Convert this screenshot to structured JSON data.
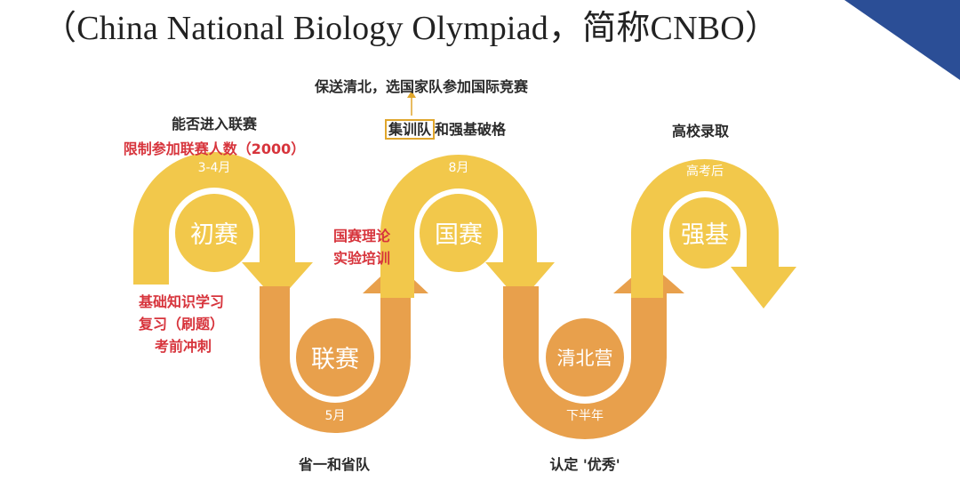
{
  "title": "（China National Biology Olympiad，简称CNBO）",
  "colors": {
    "yellow": "#f2c84b",
    "orange": "#e8a04c",
    "red": "#d7343c",
    "corner": "#2b4e96"
  },
  "stages": {
    "chusai": {
      "label": "初赛",
      "time": "3-4月"
    },
    "liansai": {
      "label": "联赛",
      "time": "5月"
    },
    "guosai": {
      "label": "国赛",
      "time": "8月"
    },
    "qingbeiying": {
      "label": "清北营",
      "time": "下半年"
    },
    "qiangji": {
      "label": "强基",
      "time": "高考后"
    }
  },
  "annotations": {
    "top_goal": "保送清北，选国家队参加国际竞赛",
    "chusai_question": "能否进入联赛",
    "chusai_limit": "限制参加联赛人数（2000）",
    "prep_1": "基础知识学习",
    "prep_2": "复习（刷题）",
    "prep_3": "考前冲刺",
    "liansai_result": "省一和省队",
    "national_train_1": "国赛理论",
    "national_train_2": "实验培训",
    "guosai_boxed": "集训队",
    "guosai_rest": "和强基破格",
    "qingbei_result": "认定 '优秀'",
    "qiangji_result": "高校录取"
  }
}
